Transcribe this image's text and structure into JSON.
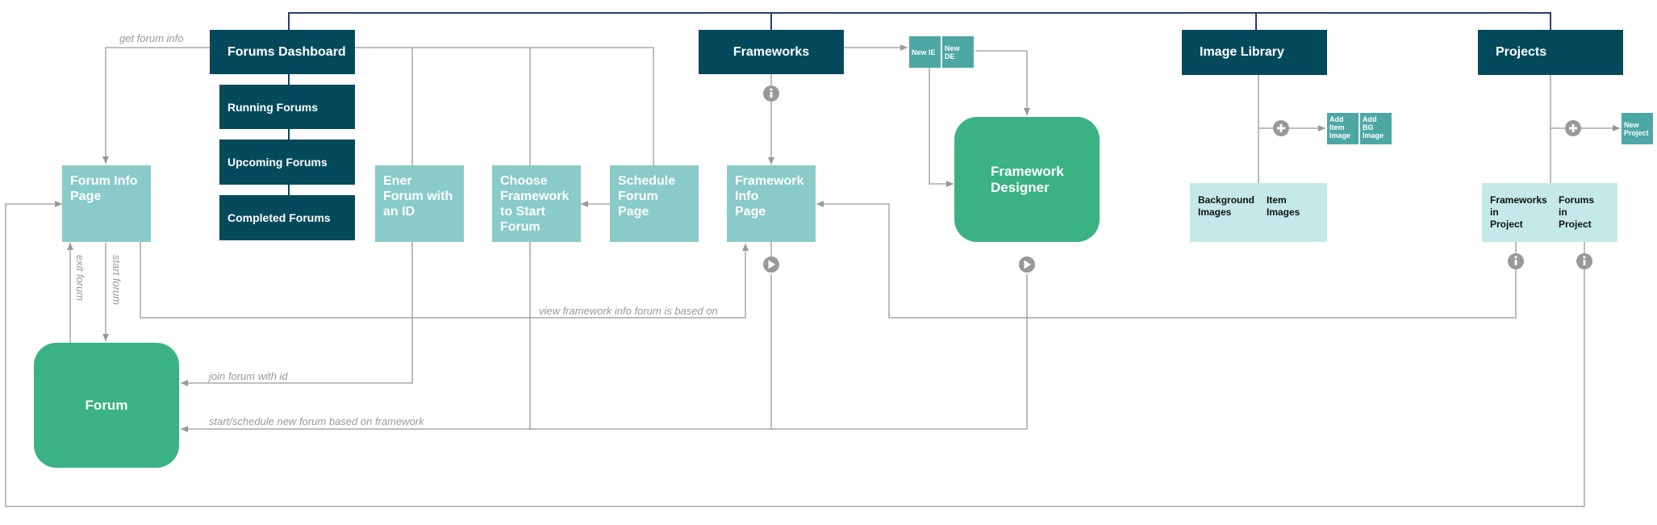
{
  "nodes": {
    "forums_dashboard": "Forums Dashboard",
    "running_forums": "Running Forums",
    "upcoming_forums": "Upcoming Forums",
    "completed_forums": "Completed Forums",
    "frameworks": "Frameworks",
    "image_library": "Image Library",
    "projects": "Projects",
    "new_ie": "New IE",
    "new_de": "New DE",
    "forum_info_page": [
      "Forum Info",
      "Page"
    ],
    "enter_forum": [
      "Ener",
      "Forum with",
      "an ID"
    ],
    "choose_framework": [
      "Choose",
      "Framework",
      "to Start",
      "Forum"
    ],
    "schedule_forum": [
      "Schedule",
      "Forum",
      "Page"
    ],
    "framework_info": [
      "Framework",
      "Info",
      "Page"
    ],
    "framework_designer": [
      "Framework",
      "Designer"
    ],
    "forum": "Forum",
    "background_images": [
      "Background",
      "Images"
    ],
    "item_images": [
      "Item",
      "Images"
    ],
    "add_item_image": [
      "Add",
      "Item",
      "Image"
    ],
    "add_bg_image": [
      "Add",
      "BG",
      "Image"
    ],
    "new_project": [
      "New",
      "Project"
    ],
    "frameworks_in_project": [
      "Frameworks",
      "in",
      "Project"
    ],
    "forums_in_project": [
      "Forums",
      "in",
      "Project"
    ]
  },
  "edge_labels": {
    "get_forum_info": "get forum info",
    "exit_forum": "exit forum",
    "start_forum": "start forum",
    "view_framework_info": "view framework info forum is based on",
    "join_forum": "join forum with id",
    "start_schedule": "start/schedule new forum based on framework"
  },
  "icons": {
    "info": "info-icon",
    "play": "play-icon",
    "plus": "plus-icon"
  },
  "colors": {
    "dark": "#054a5c",
    "light": "#88cbc9",
    "green": "#3ab283",
    "pale": "#c5e8e8",
    "button": "#4da8a5",
    "connector": "#999999",
    "top_bus": "#2b3f6b"
  }
}
